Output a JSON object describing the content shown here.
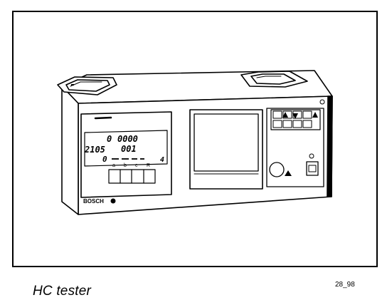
{
  "figure": {
    "caption": "HC tester",
    "figure_number": "28_98"
  },
  "device": {
    "brand_label": "BOSCH",
    "display": {
      "row1_left": "0",
      "row1_right": "0000",
      "row2_left": "2105",
      "row2_right": "001",
      "row3_left": "0",
      "row3_right": "4"
    },
    "key_labels": [
      "a",
      "b",
      "c",
      "R"
    ]
  },
  "colors": {
    "ink": "#000000",
    "paper": "#ffffff",
    "screen": "#ffffff"
  }
}
